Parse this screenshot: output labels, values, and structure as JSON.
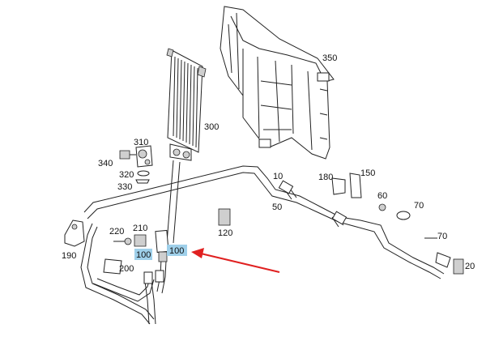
{
  "parts": [
    {
      "id": "350",
      "label": "350"
    },
    {
      "id": "300",
      "label": "300"
    },
    {
      "id": "310",
      "label": "310"
    },
    {
      "id": "340",
      "label": "340"
    },
    {
      "id": "320",
      "label": "320"
    },
    {
      "id": "330",
      "label": "330"
    },
    {
      "id": "10",
      "label": "10"
    },
    {
      "id": "180",
      "label": "180"
    },
    {
      "id": "150",
      "label": "150"
    },
    {
      "id": "50",
      "label": "50"
    },
    {
      "id": "60",
      "label": "60"
    },
    {
      "id": "70a",
      "label": "70"
    },
    {
      "id": "120",
      "label": "120"
    },
    {
      "id": "220",
      "label": "220"
    },
    {
      "id": "210",
      "label": "210"
    },
    {
      "id": "100a",
      "label": "100"
    },
    {
      "id": "100b",
      "label": "100"
    },
    {
      "id": "190",
      "label": "190"
    },
    {
      "id": "200",
      "label": "200"
    },
    {
      "id": "70b",
      "label": "70"
    },
    {
      "id": "20",
      "label": "20"
    }
  ],
  "highlighted_part": "100",
  "colors": {
    "highlight": "#9fd0ea",
    "arrow": "#e02020",
    "line": "#222222"
  }
}
